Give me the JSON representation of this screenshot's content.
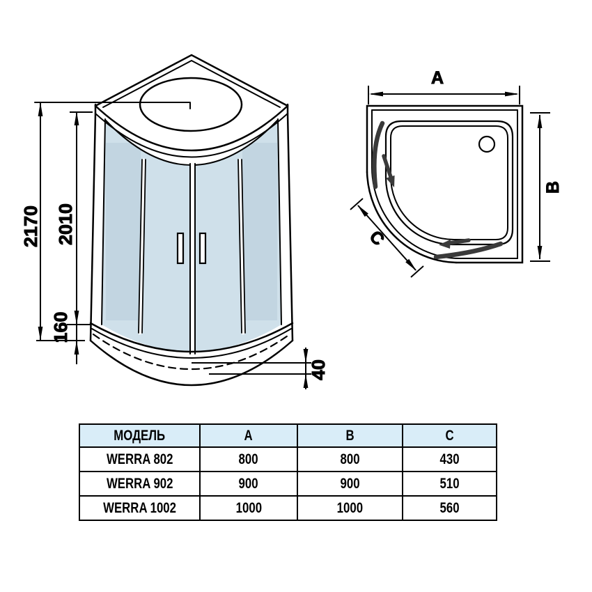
{
  "drawing": {
    "front_view": {
      "dim_total_height": "2170",
      "dim_door_height": "2010",
      "dim_tray_height": "160",
      "dim_tray_lip": "40"
    },
    "top_view": {
      "dim_width": "A",
      "dim_depth": "B",
      "dim_front": "C"
    }
  },
  "table": {
    "headers": [
      "МОДЕЛЬ",
      "A",
      "B",
      "C"
    ],
    "rows": [
      [
        "WERRA 802",
        "800",
        "800",
        "430"
      ],
      [
        "WERRA 902",
        "900",
        "900",
        "510"
      ],
      [
        "WERRA 1002",
        "1000",
        "1000",
        "560"
      ]
    ]
  },
  "colors": {
    "line": "#000000",
    "glass": "#cfe0ea",
    "door_accent": "#3a3a3a",
    "table_header_bg": "#d9edf8",
    "background": "#ffffff"
  }
}
